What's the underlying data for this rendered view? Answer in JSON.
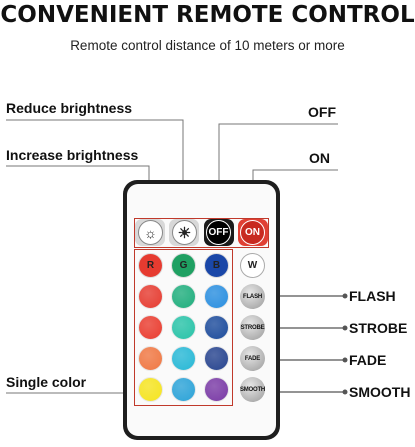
{
  "title": "CONVENIENT REMOTE CONTROL",
  "subtitle": "Remote control distance of 10 meters or more",
  "callouts": {
    "reduce": "Reduce brightness",
    "increase": "Increase brightness",
    "off": "OFF",
    "on": "ON",
    "single": "Single color",
    "flash": "FLASH",
    "strobe": "STROBE",
    "fade": "FADE",
    "smooth": "SMOOTH"
  },
  "buttons": {
    "off": "OFF",
    "on": "ON",
    "r": "R",
    "g": "G",
    "b": "B",
    "w": "W",
    "flash": "FLASH",
    "strobe": "STROBE",
    "fade": "FADE",
    "smooth": "SMOOTH"
  },
  "colors": {
    "row1": [
      "#e63b30",
      "#1fae7d",
      "#2a8fe0"
    ],
    "row2": [
      "#ea3c2f",
      "#28c3a8",
      "#1d4c9c"
    ],
    "row3": [
      "#f07742",
      "#27b8d6",
      "#27448f"
    ],
    "row4": [
      "#f6e41f",
      "#2ba3d8",
      "#7a3aa6"
    ]
  }
}
